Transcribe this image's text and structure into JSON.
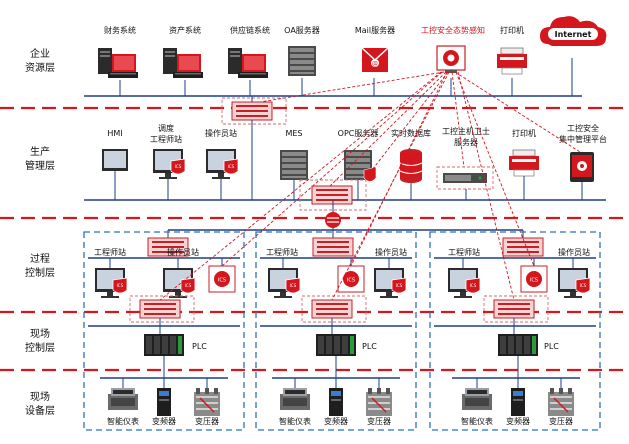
{
  "layers": [
    {
      "line1": "企业",
      "line2": "资源层"
    },
    {
      "line1": "生产",
      "line2": "管理层"
    },
    {
      "line1": "过程",
      "line2": "控制层"
    },
    {
      "line1": "现场",
      "line2": "控制层"
    },
    {
      "line1": "现场",
      "line2": "设备层"
    }
  ],
  "enterprise": {
    "finance": "财务系统",
    "asset": "资产系统",
    "supply": "供应链系统",
    "oa": "OA服务器",
    "mail": "Mail服务器",
    "situation": "工控安全态势感知",
    "printer": "打印机",
    "internet": "Internet"
  },
  "management": {
    "hmi": "HMI",
    "dispatch_line1": "调度",
    "dispatch_line2": "工程师站",
    "operator": "操作员站",
    "mes": "MES",
    "opc": "OPC服务器",
    "rtdb": "实时数据库",
    "guard_line1": "工控主机卫士",
    "guard_line2": "服务器",
    "printer": "打印机",
    "mgmt_line1": "工控安全",
    "mgmt_line2": "集中管理平台"
  },
  "process": {
    "engineer": "工程师站",
    "operator": "操作员站"
  },
  "field_control": {
    "plc": "PLC"
  },
  "field_device": {
    "meter": "智能仪表",
    "vfd": "变频器",
    "transformer": "变压器"
  },
  "colors": {
    "accent_red": "#d4161d",
    "bus_blue": "#1d3f8c",
    "zone_blue": "#2f6fbf"
  }
}
